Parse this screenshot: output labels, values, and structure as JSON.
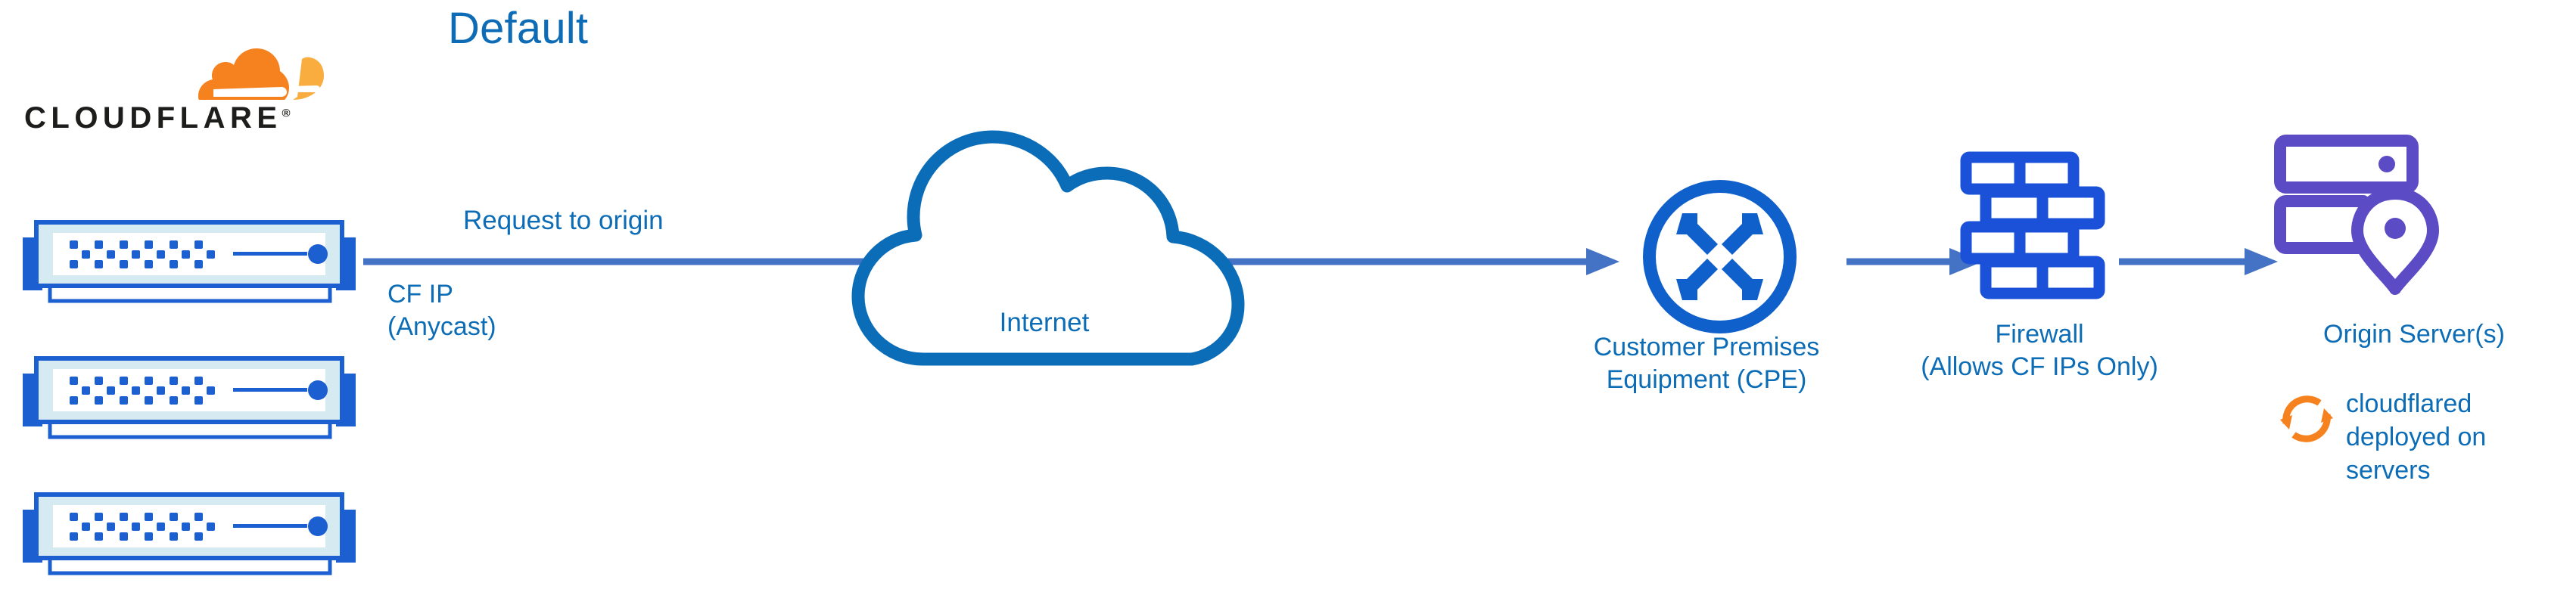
{
  "title": "Default",
  "colors": {
    "title_blue": "#0d6cb5",
    "label_blue": "#0c6cb5",
    "cloud_blue": "#0b6cb8",
    "arrow_blue": "#4472c4",
    "router_blue": "#1060cc",
    "firewall_blue": "#1b50d8",
    "server_blue": "#1b5fd0",
    "server_band": "#d6eaf2",
    "origin_purple": "#5b4bc4",
    "cloudflare_orange": "#f6821f",
    "cloudflare_orange_light": "#faad3f",
    "wordmark_black": "#1d1d1b",
    "background": "#ffffff"
  },
  "brand": {
    "wordmark": "CLOUDFLARE",
    "registered_mark": "®",
    "mark_icon": "cloudflare-cloud-icon"
  },
  "nodes": {
    "cloudflare_edge": {
      "icon": "server-rack-icon",
      "count": 3,
      "ip_label_line1": "CF IP",
      "ip_label_line2": "(Anycast)"
    },
    "internet": {
      "icon": "cloud-icon",
      "label": "Internet"
    },
    "cpe": {
      "icon": "router-icon",
      "label_line1": "Customer Premises",
      "label_line2": "Equipment (CPE)"
    },
    "firewall": {
      "icon": "brick-wall-icon",
      "label_line1": "Firewall",
      "label_line2": "(Allows CF IPs Only)"
    },
    "origin": {
      "icon": "server-location-pin-icon",
      "label": "Origin Server(s)",
      "annotation_icon": "sync-arrows-icon",
      "annotation_line1": "cloudflared",
      "annotation_line2": "deployed on",
      "annotation_line3": "servers"
    }
  },
  "connectors": {
    "request_to_origin_label": "Request to origin"
  }
}
